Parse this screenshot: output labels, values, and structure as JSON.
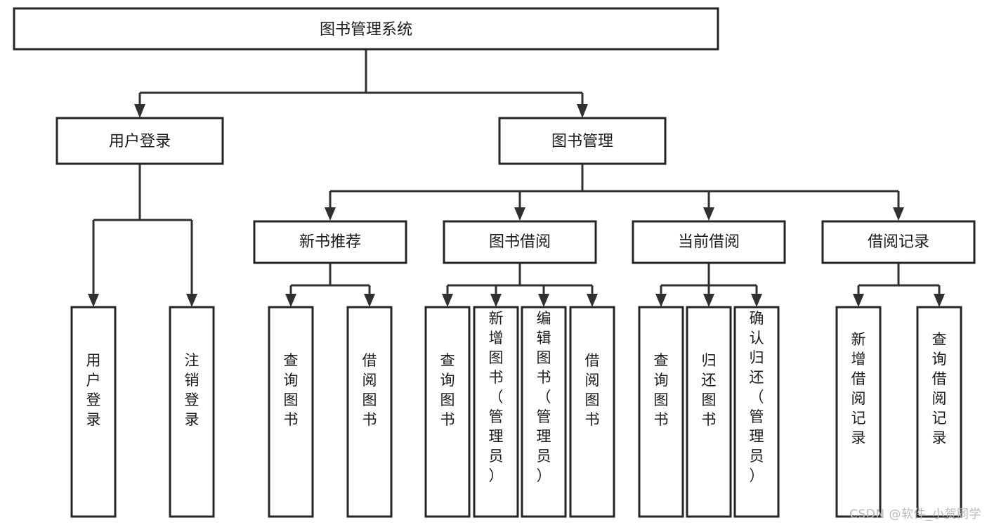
{
  "diagram": {
    "type": "tree",
    "title": "图书管理系统",
    "watermark": "CSDN @软件_小贺同学",
    "colors": {
      "box_stroke": "#262626",
      "box_fill": "#ffffff",
      "connector": "#303030",
      "text": "#1b1b1b",
      "watermark": "#b9b9b9",
      "background": "#ffffff"
    },
    "levels": {
      "root": {
        "label": "图书管理系统"
      },
      "level2": [
        {
          "label": "用户登录"
        },
        {
          "label": "图书管理"
        }
      ],
      "level3": [
        {
          "label": "新书推荐"
        },
        {
          "label": "图书借阅"
        },
        {
          "label": "当前借阅"
        },
        {
          "label": "借阅记录"
        }
      ],
      "leaves": {
        "user_login": [
          {
            "label": "用户登录"
          },
          {
            "label": "注销登录"
          }
        ],
        "new_book_recommend": [
          {
            "label": "查询图书"
          },
          {
            "label": "借阅图书"
          }
        ],
        "book_borrow": [
          {
            "label": "查询图书"
          },
          {
            "label": "新增图书（管理员）"
          },
          {
            "label": "编辑图书（管理员）"
          },
          {
            "label": "借阅图书"
          }
        ],
        "current_borrow": [
          {
            "label": "查询图书"
          },
          {
            "label": "归还图书"
          },
          {
            "label": "确认归还（管理员）"
          }
        ],
        "borrow_record": [
          {
            "label": "新增借阅记录"
          },
          {
            "label": "查询借阅记录"
          }
        ]
      }
    }
  }
}
